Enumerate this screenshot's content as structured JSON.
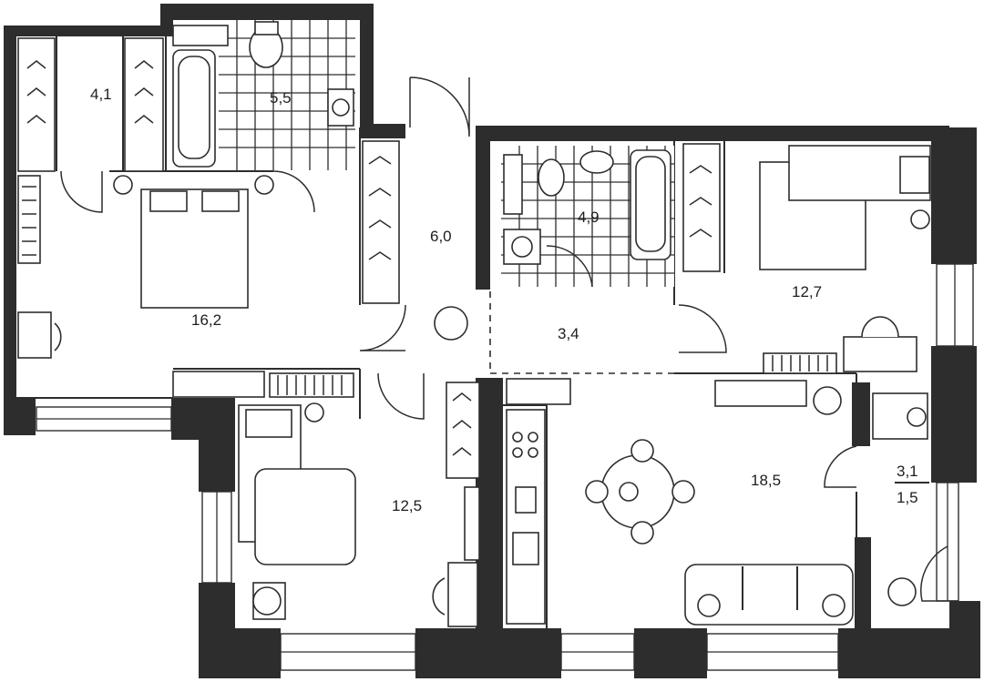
{
  "rooms": [
    {
      "id": "wardrobe",
      "area": "4,1"
    },
    {
      "id": "bathroom-1",
      "area": "5,5"
    },
    {
      "id": "hall",
      "area": "6,0"
    },
    {
      "id": "bathroom-2",
      "area": "4,9"
    },
    {
      "id": "bedroom-1",
      "area": "16,2"
    },
    {
      "id": "corridor",
      "area": "3,4"
    },
    {
      "id": "bedroom-2",
      "area": "12,7"
    },
    {
      "id": "bedroom-3",
      "area": "12,5"
    },
    {
      "id": "kitchen-living",
      "area": "18,5"
    },
    {
      "id": "balcony",
      "area": "3,1"
    },
    {
      "id": "balcony-reduced",
      "area": "1,5"
    }
  ],
  "colors": {
    "wall": "#2d2d2d",
    "line": "#2d2d2d",
    "background": "#ffffff"
  }
}
